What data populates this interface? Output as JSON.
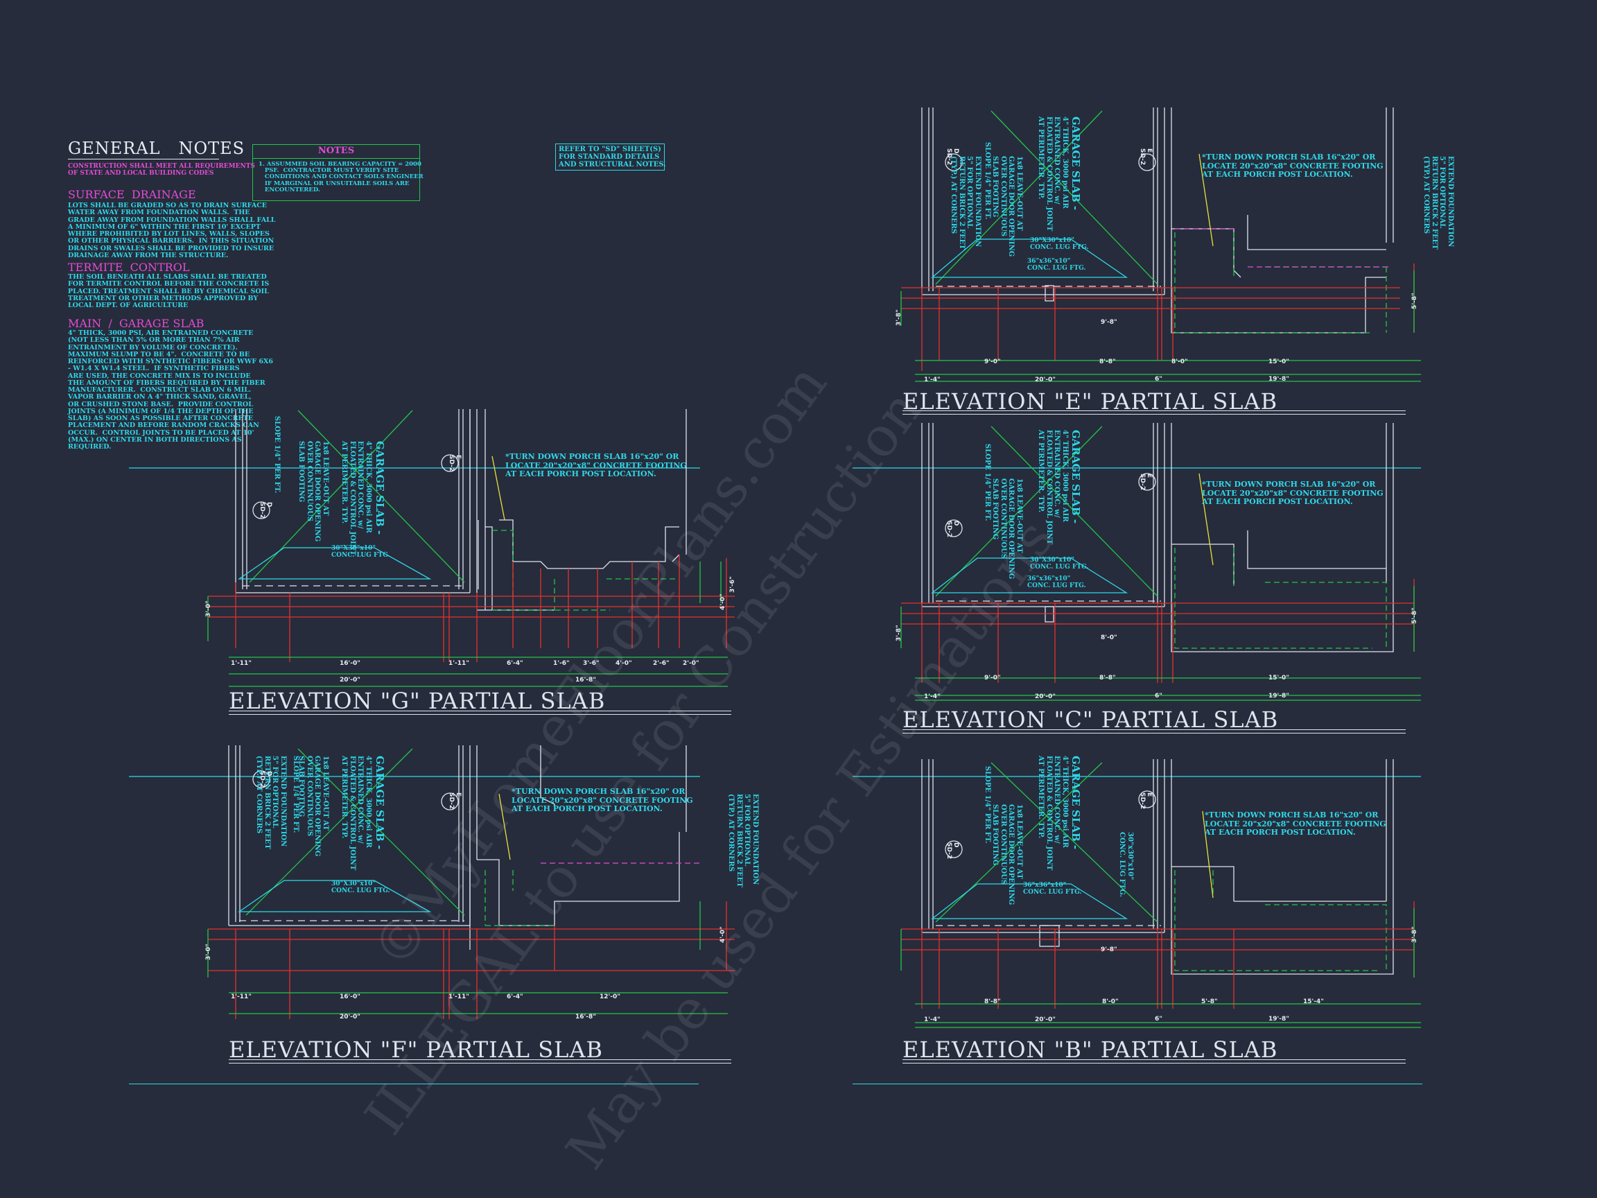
{
  "general_notes": {
    "title": "GENERAL   NOTES",
    "construction": "CONSTRUCTION SHALL MEET ALL REQUIREMENTS\nOF STATE AND LOCAL BUILDING CODES",
    "surface_drainage_title": "SURFACE  DRAINAGE",
    "surface_drainage": "LOTS SHALL BE GRADED SO AS TO DRAIN SURFACE\nWATER AWAY FROM FOUNDATION WALLS.  THE\nGRADE AWAY FROM FOUNDATION WALLS SHALL FALL\nA MINIMUM OF 6\" WITHIN THE FIRST 10' EXCEPT\nWHERE PROHIBITED BY LOT LINES, WALLS, SLOPES\nOR OTHER PHYSICAL BARRIERS.  IN THIS SITUATION\nDRAINS OR SWALES SHALL BE PROVIDED TO INSURE\nDRAINAGE AWAY FROM THE STRUCTURE.",
    "termite_title": "TERMITE  CONTROL",
    "termite": "THE SOIL BENEATH ALL SLABS SHALL BE TREATED\nFOR TERMITE CONTROL BEFORE THE CONCRETE IS\nPLACED. TREATMENT SHALL BE BY CHEMICAL SOIL\nTREATMENT OR OTHER METHODS APPROVED BY\nLOCAL DEPT. OF AGRICULTURE",
    "slab_title": "MAIN  /  GARAGE SLAB",
    "slab": "4\" THICK, 3000 PSI, AIR ENTRAINED CONCRETE\n(NOT LESS THAN 5% OR MORE THAN 7% AIR\nENTRAINMENT BY VOLUME OF CONCRETE).\nMAXIMUM SLUMP TO BE 4\".  CONCRETE TO BE\nREINFORCED WITH SYNTHETIC FIBERS OR WWF 6X6\n- W1.4 X W1.4 STEEL.  IF SYNTHETIC FIBERS\nARE USED, THE CONCRETE MIX IS TO INCLUDE\nTHE AMOUNT OF FIBERS REQUIRED BY THE FIBER\nMANUFACTURER.  CONSTRUCT SLAB ON 6 MIL.\nVAPOR BARRIER ON A 4\" THICK SAND, GRAVEL,\nOR CRUSHED STONE BASE.  PROVIDE CONTROL\nJOINTS (A MINIMUM OF 1/4 THE DEPTH OF THE\nSLAB) AS SOON AS POSSIBLE AFTER CONCRETE\nPLACEMENT AND BEFORE RANDOM CRACKS CAN\nOCCUR.  CONTROL JOINTS TO BE PLACED AT 10'\n(MAX.) ON CENTER IN BOTH DIRECTIONS AS\nREQUIRED."
  },
  "notes_box": {
    "title": "NOTES",
    "body": "1. ASSUMMED SOIL BEARING CAPACITY = 2000\n   PSF.  CONTRACTOR MUST VERIFY SITE\n   CONDITIONS AND CONTACT SOILS ENGINEER\n   IF MARGINAL OR UNSUITABLE SOILS ARE\n   ENCOUNTERED."
  },
  "refer_box": "REFER TO \"SD\" SHEET(S)\nFOR STANDARD DETAILS\nAND STRUCTURAL NOTES.",
  "common": {
    "porch_callout": "*TURN DOWN PORCH SLAB 16\"x20\" OR\nLOCATE 20\"x20\"x8\" CONCRETE FOOTING\nAT EACH PORCH POST LOCATION.",
    "garage_slab": "GARAGE SLAB -",
    "garage_slab_desc": "4\" THICK, 3000 psi AIR\nENTRAINED CONC. w/\nFLOATED & CONTROL JOINT\nAT PERIMETER. TYP.",
    "slope": "SLOPE 1/4\" PER FT.",
    "leave_out": "1x8 LEAVE-OUT AT\nGARAGE DOOR OPENING\nOVER CONTINUOUS\nSLAB FOOTING",
    "extend_foundation": "EXTEND FOUNDATION\n5\" FOR OPTIONAL\nRETURN BRICK 2 FEET\n(TYP.) AT CORNERS",
    "lug_30": "30\"X30\"x10\"\nCONC. LUG FTG.",
    "lug_36": "36\"x36\"x10\"\nCONC. LUG FTG.",
    "lug_30v": "30\"x30\"x10\"\nCONC. LUG FTG.",
    "tag_d": "D\nSD-2",
    "tag_e": "E\nSD-2"
  },
  "elevations": {
    "g": {
      "title": "ELEVATION \"G\" PARTIAL SLAB",
      "dims": [
        "1'-11\"",
        "16'-0\"",
        "1'-11\"",
        "20'-0\"",
        "6'-4\"",
        "1'-6\"",
        "3'-6\"",
        "4'-0\"",
        "2'-6\"",
        "2'-0\"",
        "16'-8\"",
        "3'-0\"",
        "4'-0\"",
        "3'-6\""
      ]
    },
    "f": {
      "title": "ELEVATION \"F\" PARTIAL SLAB",
      "dims": [
        "1'-11\"",
        "16'-0\"",
        "1'-11\"",
        "20'-0\"",
        "6'-4\"",
        "16'-8\"",
        "12'-0\"",
        "3'-0\"",
        "4'-0\""
      ]
    },
    "e": {
      "title": "ELEVATION \"E\" PARTIAL SLAB",
      "dims": [
        "9'-0\"",
        "9'-8\"",
        "8'-8\"",
        "6\"",
        "20'-0\"",
        "15'-0\"",
        "19'-8\"",
        "1'-4\"",
        "8'-0\"",
        "3'-8\"",
        "5'-8\""
      ]
    },
    "c": {
      "title": "ELEVATION \"C\" PARTIAL SLAB",
      "dims": [
        "9'-0\"",
        "8'-8\"",
        "6\"",
        "20'-0\"",
        "15'-0\"",
        "19'-8\"",
        "1'-4\"",
        "8'-0\"",
        "3'-8\"",
        "5'-8\""
      ]
    },
    "b": {
      "title": "ELEVATION \"B\" PARTIAL SLAB",
      "dims": [
        "8'-8\"",
        "9'-8\"",
        "6\"",
        "20'-0\"",
        "5'-8\"",
        "15'-4\"",
        "19'-8\"",
        "1'-4\"",
        "8'-0\"",
        "3'-8\""
      ]
    }
  },
  "watermark": {
    "line1": "©MyHomeFloorPlans.com",
    "line2": "ILLEGAL to use for Construction",
    "line3": "May be used for Estimations"
  },
  "colors": {
    "background": "#262c3b",
    "cyan": "#2fd8ea",
    "green": "#23c64a",
    "red": "#e8302f",
    "magenta": "#e64bd6",
    "white": "#dfe4ee",
    "yellow": "#e8e23a"
  }
}
